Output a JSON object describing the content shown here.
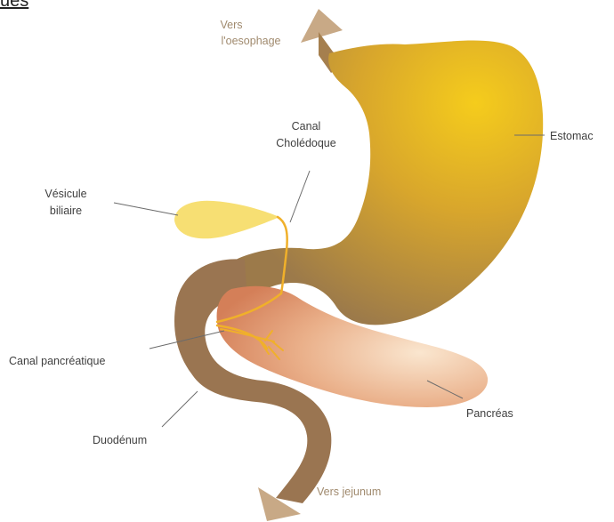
{
  "top_fragment": "ues",
  "labels": {
    "oesophagus_line1": "Vers",
    "oesophagus_line2": "l'oesophage",
    "stomach": "Estomac",
    "bile_duct_line1": "Canal",
    "bile_duct_line2": "Cholédoque",
    "gallbladder_line1": "Vésicule",
    "gallbladder_line2": "biliaire",
    "pancreatic_duct": "Canal pancréatique",
    "pancreas": "Pancréas",
    "duodenum": "Duodénum",
    "jejunum": "Vers jejunum"
  },
  "colors": {
    "stomach_light": "#f2c51a",
    "stomach_dark": "#a57f3c",
    "duodenum": "#9a7551",
    "gallbladder": "#f7df73",
    "pancreas_light": "#f6d7b5",
    "pancreas_dark": "#d99068",
    "duct": "#f0b02a",
    "arrow": "#c8a986"
  }
}
